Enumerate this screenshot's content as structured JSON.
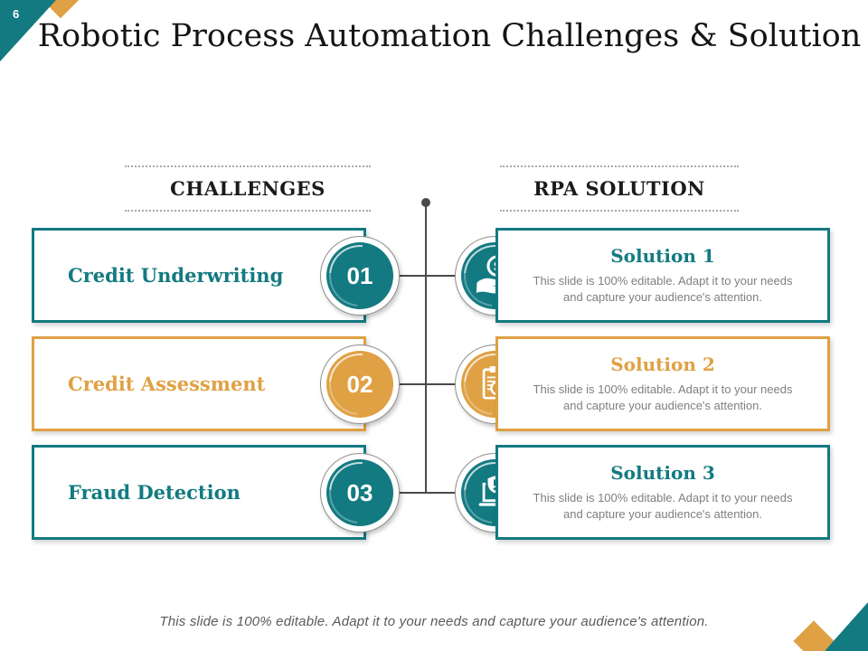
{
  "slide": {
    "page_number": "6",
    "title": "Robotic Process Automation Challenges & Solution",
    "headers": {
      "left": "CHALLENGES",
      "right": "RPA SOLUTION"
    },
    "challenges": [
      {
        "label": "Credit Underwriting",
        "number": "01",
        "color": "#137a81"
      },
      {
        "label": "Credit Assessment",
        "number": "02",
        "color": "#dfa144"
      },
      {
        "label": "Fraud Detection",
        "number": "03",
        "color": "#137a81"
      }
    ],
    "solutions": [
      {
        "title": "Solution 1",
        "icon": "hand-dollar-icon",
        "body": "This slide is 100% editable. Adapt it to your needs and capture your audience's attention.",
        "color": "#137a81"
      },
      {
        "title": "Solution 2",
        "icon": "clipboard-search-icon",
        "body": "This slide is 100% editable. Adapt it to your needs and capture your audience's attention.",
        "color": "#dfa144"
      },
      {
        "title": "Solution 3",
        "icon": "laptop-shield-icon",
        "body": "This slide is 100% editable. Adapt it to your needs and capture your audience's attention.",
        "color": "#137a81"
      }
    ],
    "footer": "This slide is 100% editable. Adapt it to your needs and capture your audience's attention.",
    "colors": {
      "teal": "#137a81",
      "gold": "#dfa144",
      "heading_text": "#1a1a1a",
      "body_text": "#7f7f7f",
      "footer_text": "#5a5a5a",
      "connector": "#4a4a4a"
    }
  }
}
